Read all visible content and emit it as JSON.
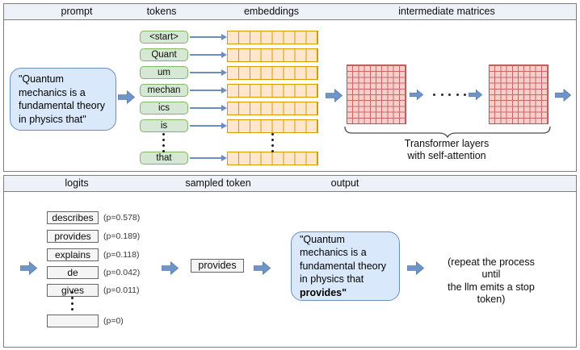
{
  "top_panel": {
    "headers": {
      "prompt": "prompt",
      "tokens": "tokens",
      "embeddings": "embeddings",
      "matrices": "intermediate matrices"
    },
    "prompt_text": "\"Quantum mechanics is a fundamental theory in physics that\"",
    "tokens": [
      "<start>",
      "Quant",
      "um",
      "mechan",
      "ics",
      "is",
      "that"
    ],
    "transformer_label": {
      "line1": "Transformer layers",
      "line2": "with self-attention"
    }
  },
  "bottom_panel": {
    "headers": {
      "logits": "logits",
      "sampled": "sampled token",
      "output": "output"
    },
    "logits": [
      {
        "token": "describes",
        "p": "(p=0.578)"
      },
      {
        "token": "provides",
        "p": "(p=0.189)"
      },
      {
        "token": "explains",
        "p": "(p=0.118)"
      },
      {
        "token": "de",
        "p": "(p=0.042)"
      },
      {
        "token": "gives",
        "p": "(p=0.011)"
      }
    ],
    "empty_logit": {
      "token": "",
      "p": "(p=0)"
    },
    "sampled_token": "provides",
    "output_text": {
      "before": "\"Quantum mechanics is a fundamental theory in physics that ",
      "bold": "provides\""
    },
    "repeat_note": {
      "line1": "(repeat the process until",
      "line2": "the llm emits a stop token)"
    }
  },
  "colors": {
    "token_fill": "#d5e8d4",
    "token_border": "#82b366",
    "embedding_fill": "#ffe6cc",
    "embedding_border": "#d79b00",
    "matrix_fill": "#f8cecc",
    "matrix_border": "#b85450",
    "prompt_fill": "#dae8fc",
    "prompt_border": "#6c8ebf",
    "arrow": "#6f94c8",
    "header_band": "#eef2f8"
  }
}
